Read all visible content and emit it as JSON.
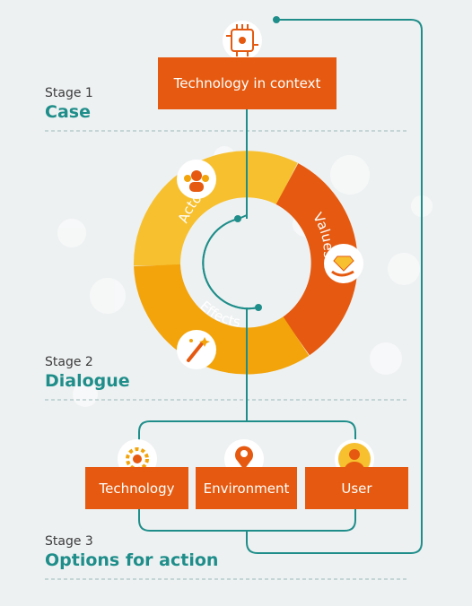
{
  "colors": {
    "teal": "#1f8e8a",
    "orange": "#e55a10",
    "light_orange": "#f2a40a",
    "yellow": "#f7c02f",
    "dash": "#9bb9b8"
  },
  "stage1": {
    "number": "Stage 1",
    "name": "Case"
  },
  "stage2": {
    "number": "Stage 2",
    "name": "Dialogue"
  },
  "stage3": {
    "number": "Stage 3",
    "name": "Options for action"
  },
  "top_box": "Technology in context",
  "ring_labels": {
    "actors": "Actors",
    "values": "Values",
    "effects": "Effects"
  },
  "options": [
    "Technology",
    "Environment",
    "User"
  ],
  "icons": {
    "top": "circuit-chip-icon",
    "actors": "people-group-icon",
    "values": "hand-diamond-icon",
    "effects": "magic-wand-icon",
    "technology": "gear-chip-icon",
    "environment": "location-pin-icon",
    "user": "user-avatar-icon"
  }
}
